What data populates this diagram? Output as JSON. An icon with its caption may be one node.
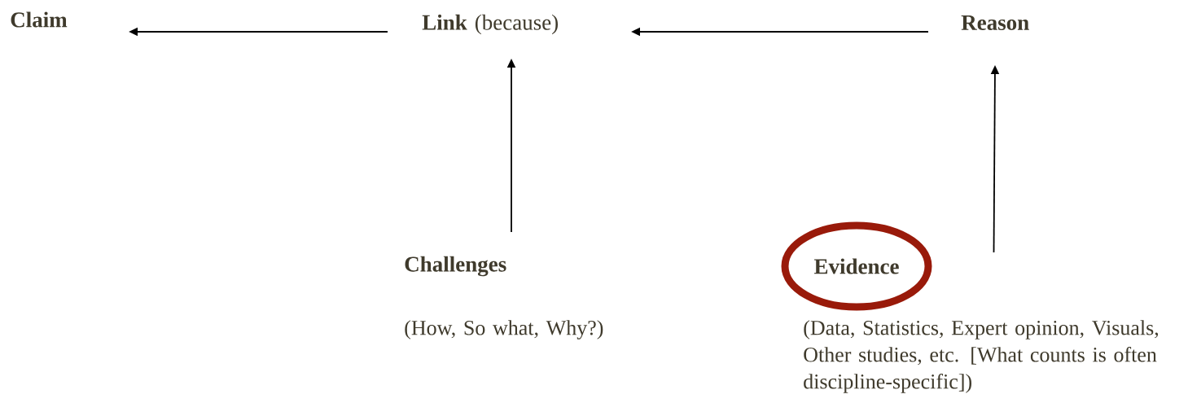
{
  "diagram": {
    "nodes": [
      {
        "text": [
          "Claim"
        ]
      },
      {
        "text": [
          "**Link** (because)"
        ]
      },
      {
        "text": [
          "Reason"
        ]
      },
      {
        "text": [
          "Challenges"
        ],
        "beside": [
          "(How, So what, Why?)"
        ]
      },
      {
        "text": [
          "Evidence"
        ],
        "beside": [
          "(Data, Statistics, Expert opinion, Visuals, Other studies, etc. [What counts is often discipline-specific])"
        ]
      }
    ],
    "edges": [
      {
        "from": 1,
        "to": 0,
        "arrow": "to"
      },
      {
        "from": 2,
        "to": 1,
        "arrow": "to"
      },
      {
        "from": 3,
        "to": 1,
        "arrow": "to"
      },
      {
        "from": 4,
        "to": 2,
        "arrow": "to"
      }
    ]
  }
}
